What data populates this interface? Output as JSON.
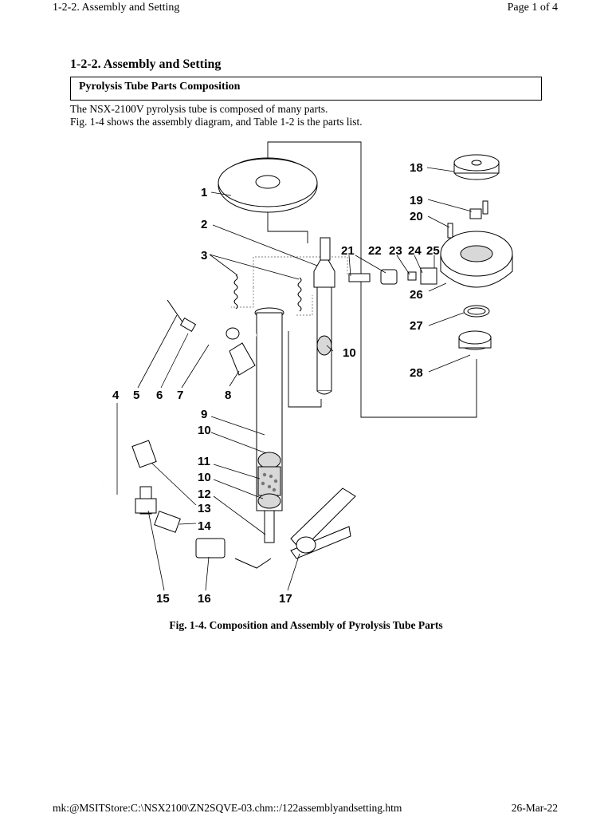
{
  "header": {
    "left": "1-2-2. Assembly and Setting",
    "right": "Page 1 of 4"
  },
  "section_title": "1-2-2. Assembly and Setting",
  "subheading": "Pyrolysis Tube Parts Composition",
  "intro": {
    "line1": "The NSX-2100V pyrolysis tube is composed of many parts.",
    "line2": "Fig. 1-4 shows the assembly diagram, and Table 1-2 is the parts list."
  },
  "figure": {
    "part_numbers": [
      "1",
      "2",
      "3",
      "4",
      "5",
      "6",
      "7",
      "8",
      "9",
      "10",
      "10",
      "11",
      "10",
      "12",
      "13",
      "14",
      "15",
      "16",
      "17",
      "18",
      "19",
      "20",
      "21",
      "22",
      "23",
      "24",
      "25",
      "26",
      "27",
      "28"
    ]
  },
  "caption": "Fig. 1-4. Composition and Assembly of Pyrolysis Tube Parts",
  "footer": {
    "left": "mk:@MSITStore:C:\\NSX2100\\ZN2SQVE-03.chm::/122assemblyandsetting.htm",
    "right": "26-Mar-22"
  }
}
